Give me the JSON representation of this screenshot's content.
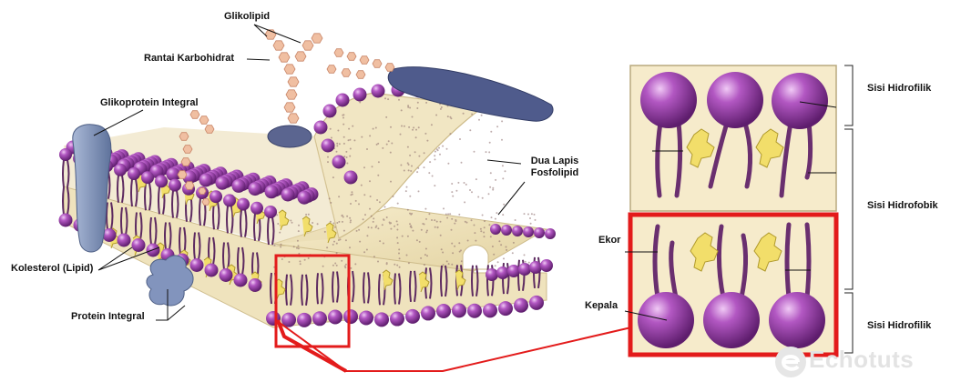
{
  "labels": {
    "glikolipid": "Glikolipid",
    "rantai_karbohidrat": "Rantai Karbohidrat",
    "glikoprotein_integral": "Glikoprotein Integral",
    "dua_lapis_line1": "Dua Lapis",
    "dua_lapis_line2": "Fosfolipid",
    "kolesterol": "Kolesterol (Lipid)",
    "protein_integral": "Protein Integral",
    "ekor": "Ekor",
    "kepala": "Kepala",
    "sisi_hidrofilik_top": "Sisi Hidrofilik",
    "sisi_hidrofobik": "Sisi Hidrofobik",
    "sisi_hidrofilik_bottom": "Sisi Hidrofilik"
  },
  "watermark": "Echotuts",
  "colors": {
    "phospholipid_head": "#8e3b9a",
    "head_highlight": "#e6b7ee",
    "membrane_face": "#f1e6c3",
    "membrane_edge": "#cdbb8a",
    "cholesterol": "#f2de6a",
    "protein_blue": "#7f93b8",
    "carbohydrate": "#f0bfa2",
    "zoom_box": "#e31b1b"
  }
}
